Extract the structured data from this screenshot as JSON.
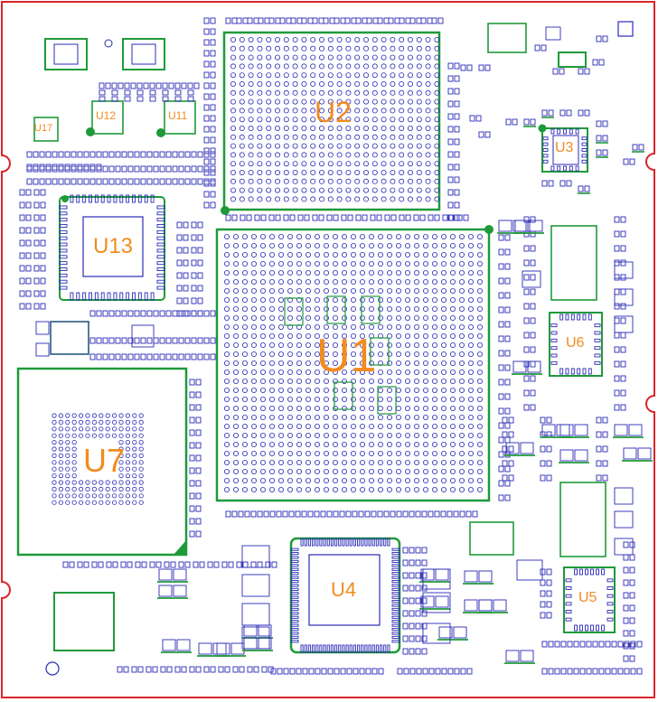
{
  "colors": {
    "outline": "#d9262c",
    "package": "#1f9a3a",
    "pad": "#2b2bb8",
    "label": "#f28b1e",
    "background": "#ffffff"
  },
  "components": {
    "u1": "U1",
    "u2": "U2",
    "u3": "U3",
    "u4": "U4",
    "u5": "U5",
    "u6": "U6",
    "u7": "U7",
    "u11": "U11",
    "u12": "U12",
    "u13": "U13",
    "u17": "U17"
  }
}
